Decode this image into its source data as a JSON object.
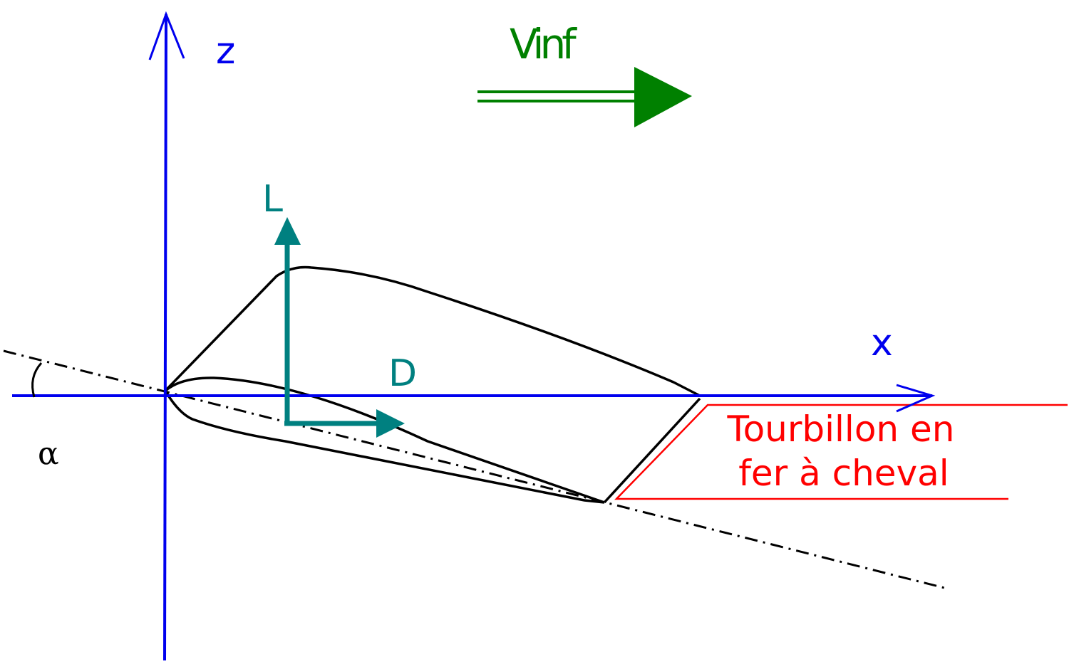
{
  "axes": {
    "z_label": "z",
    "x_label": "x",
    "color": "#0000ee"
  },
  "freestream": {
    "label": "Vinf",
    "color": "#008000"
  },
  "forces": {
    "lift_label": "L",
    "drag_label": "D",
    "color": "#008080"
  },
  "angle": {
    "label": "α"
  },
  "vortex": {
    "line1": "Tourbillon en",
    "line2": "fer à cheval",
    "color": "#ff0000"
  },
  "icons": {
    "airfoil": "wing-outline",
    "chord_line": "dash-dot-line"
  }
}
